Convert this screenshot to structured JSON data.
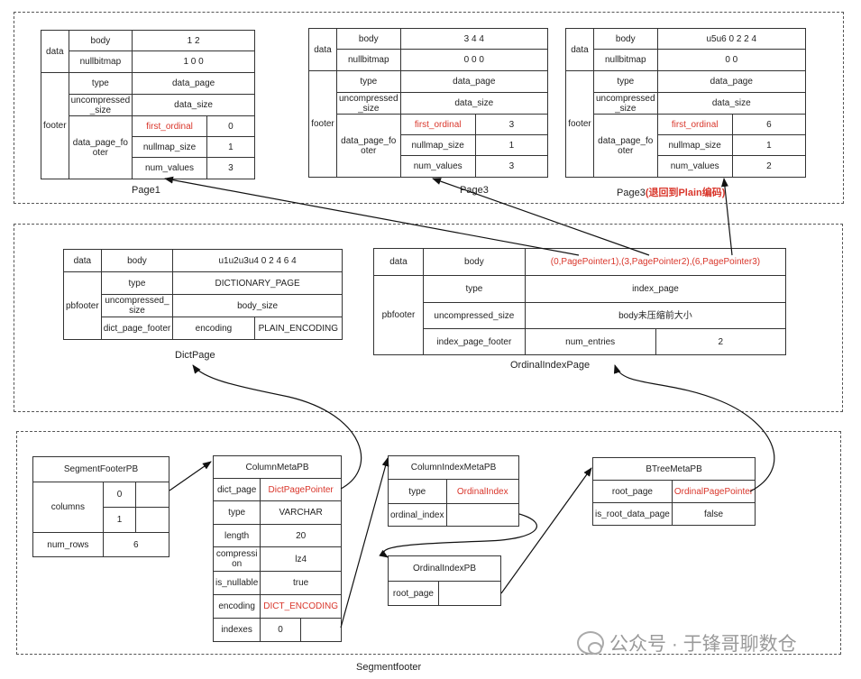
{
  "page1": {
    "caption": "Page1",
    "data_label": "data",
    "body_label": "body",
    "body_value": "1 2",
    "nullbitmap_label": "nullbitmap",
    "nullbitmap_value": "1 0 0",
    "footer_label": "footer",
    "type_label": "type",
    "type_value": "data_page",
    "uncompressed_label": "uncompressed _size",
    "uncompressed_value": "data_size",
    "dpf_label": "data_page_fo oter",
    "first_ordinal_label": "first_ordinal",
    "first_ordinal_value": "0",
    "nullmap_size_label": "nullmap_size",
    "nullmap_size_value": "1",
    "num_values_label": "num_values",
    "num_values_value": "3"
  },
  "page2": {
    "caption": "Page3",
    "data_label": "data",
    "body_label": "body",
    "body_value": "3 4 4",
    "nullbitmap_label": "nullbitmap",
    "nullbitmap_value": "0 0 0",
    "footer_label": "footer",
    "type_label": "type",
    "type_value": "data_page",
    "uncompressed_label": "uncompressed _size",
    "uncompressed_value": "data_size",
    "dpf_label": "data_page_fo oter",
    "first_ordinal_label": "first_ordinal",
    "first_ordinal_value": "3",
    "nullmap_size_label": "nullmap_size",
    "nullmap_size_value": "1",
    "num_values_label": "num_values",
    "num_values_value": "3"
  },
  "page3": {
    "caption": "Page3",
    "caption_note": "(退回到Plain编码)",
    "data_label": "data",
    "body_label": "body",
    "body_value": "u5u6 0 2 2  4",
    "nullbitmap_label": "nullbitmap",
    "nullbitmap_value": "0 0",
    "footer_label": "footer",
    "type_label": "type",
    "type_value": "data_page",
    "uncompressed_label": "uncompressed _size",
    "uncompressed_value": "data_size",
    "dpf_label": "data_page_fo oter",
    "first_ordinal_label": "first_ordinal",
    "first_ordinal_value": "6",
    "nullmap_size_label": "nullmap_size",
    "nullmap_size_value": "1",
    "num_values_label": "num_values",
    "num_values_value": "2"
  },
  "dict_page": {
    "caption": "DictPage",
    "data_label": "data",
    "body_label": "body",
    "body_value": "u1u2u3u4 0 2 4 6 4",
    "pbfooter_label": "pbfooter",
    "type_label": "type",
    "type_value": "DICTIONARY_PAGE",
    "uncompressed_label": "uncompressed_ size",
    "uncompressed_value": "body_size",
    "dpf_label": "dict_page_footer",
    "encoding_label": "encoding",
    "encoding_value": "PLAIN_ENCODING"
  },
  "ordinal_index_page": {
    "caption": "OrdinalIndexPage",
    "data_label": "data",
    "body_label": "body",
    "body_value": "(0,PagePointer1),(3,PagePointer2),(6,PagePointer3)",
    "pbfooter_label": "pbfooter",
    "type_label": "type",
    "type_value": "index_page",
    "uncompressed_label": "uncompressed_size",
    "uncompressed_value": "body未压缩前大小",
    "ipf_label": "index_page_footer",
    "num_entries_label": "num_entries",
    "num_entries_value": "2"
  },
  "segment_footer_pb": {
    "title": "SegmentFooterPB",
    "columns_label": "columns",
    "col0": "0",
    "col1": "1",
    "num_rows_label": "num_rows",
    "num_rows_value": "6"
  },
  "column_meta_pb": {
    "title": "ColumnMetaPB",
    "dict_page_label": "dict_page",
    "dict_page_value": "DictPagePointer",
    "type_label": "type",
    "type_value": "VARCHAR",
    "length_label": "length",
    "length_value": "20",
    "compression_label": "compressi on",
    "compression_value": "lz4",
    "is_nullable_label": "is_nullable",
    "is_nullable_value": "true",
    "encoding_label": "encoding",
    "encoding_value": "DICT_ENCODING",
    "indexes_label": "indexes",
    "indexes_value": "0"
  },
  "column_index_meta_pb": {
    "title": "ColumnIndexMetaPB",
    "type_label": "type",
    "type_value": "OrdinalIndex",
    "ordinal_index_label": "ordinal_index"
  },
  "ordinal_index_pb": {
    "title": "OrdinalIndexPB",
    "root_page_label": "root_page"
  },
  "btree_meta_pb": {
    "title": "BTreeMetaPB",
    "root_page_label": "root_page",
    "root_page_value": "OrdinalPagePointer",
    "is_root_label": "is_root_data_page",
    "is_root_value": "false"
  },
  "segmentfooter_caption": "Segmentfooter",
  "watermark": "公众号 · 于锋哥聊数仓"
}
